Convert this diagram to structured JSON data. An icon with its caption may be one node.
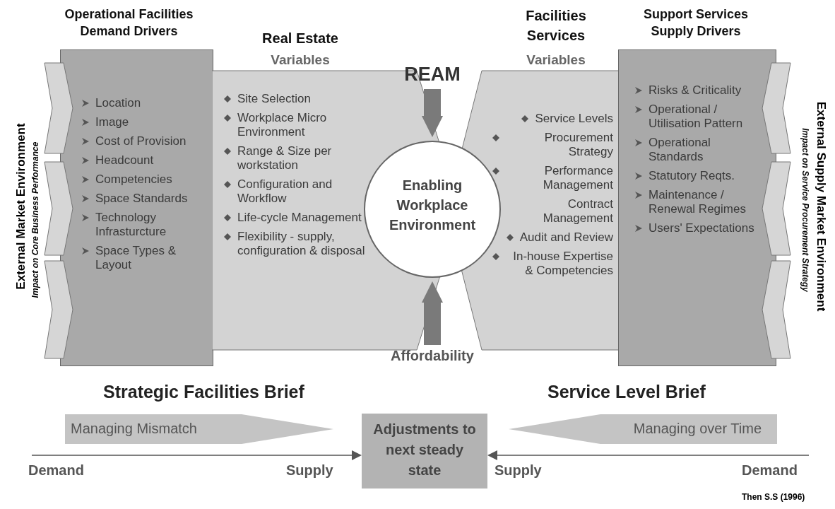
{
  "diagram": {
    "caption": "Then S.S (1996)",
    "nodes": [
      {
        "text": [
          "Operational Facilities Demand Drivers",
          "Location",
          "Image",
          "Cost of Provision",
          "Headcount",
          "Competencies",
          "Space Standards",
          "Technology Infrasturcture",
          "Space Types & Layout"
        ]
      },
      {
        "text": [
          "Real Estate",
          "Variables",
          "Site Selection",
          "Workplace Micro Environment",
          "Range & Size per workstation",
          "Configuration and Workflow",
          "Life-cycle Management",
          "Flexibility - supply, configuration & disposal"
        ]
      },
      {
        "text": [
          "Facilities Services",
          "Variables",
          "Service Levels",
          "Procurement Strategy",
          "Performance Management",
          "Contract Management",
          "Audit and Review",
          "In-house Expertise & Competencies"
        ]
      },
      {
        "text": [
          "Support Services Supply Drivers",
          "Risks & Criticality",
          "Operational / Utilisation Pattern",
          "Operational Standards",
          "Statutory Reqts.",
          "Maintenance / Renewal Regimes",
          "Users' Expectations"
        ]
      },
      {
        "text": [
          "Enabling Workplace Environment"
        ]
      },
      {
        "text": [
          "REAM"
        ]
      },
      {
        "text": [
          "Affordability"
        ]
      },
      {
        "text": [
          "Managing Mismatch"
        ]
      },
      {
        "text": [
          "Adjustments to next steady state"
        ]
      },
      {
        "text": [
          "Managing over Time"
        ]
      },
      {
        "text": [],
        "shape": "chevron"
      },
      {
        "text": [],
        "shape": "chevron"
      },
      {
        "text": [],
        "shape": "chevron"
      },
      {
        "text": [],
        "shape": "chevron"
      },
      {
        "text": [],
        "shape": "chevron"
      },
      {
        "text": [],
        "shape": "chevron"
      }
    ],
    "edges": [
      {
        "from": 5,
        "to": 4,
        "arrow": "to",
        "style": "thick"
      },
      {
        "from": 6,
        "to": 4,
        "arrow": "to",
        "style": "thick"
      },
      {
        "from": null,
        "to": 8,
        "arrow": "to"
      },
      {
        "from": null,
        "to": 8,
        "arrow": "to"
      }
    ],
    "labels": [
      "External Market Environment",
      "Impact on Core Business Performance",
      "Impact on Service Procurement Strategy",
      "External Supply Market Environment",
      "Strategic Facilities Brief",
      "Service Level Brief",
      "Demand",
      "Supply",
      "Supply",
      "Demand"
    ]
  }
}
